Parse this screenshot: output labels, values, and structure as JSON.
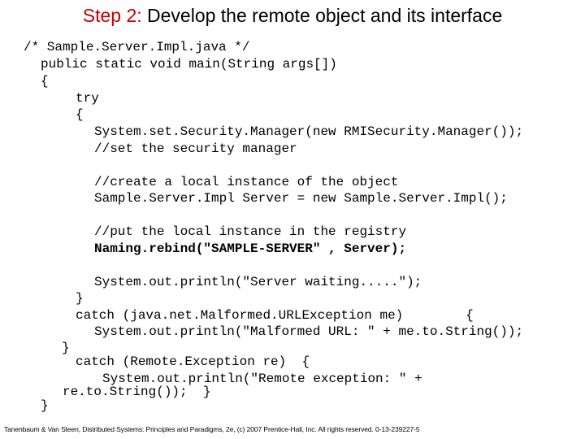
{
  "slide": {
    "title_step": "Step 2:",
    "title_rest": "Develop the remote object and its interface",
    "colors": {
      "step_accent": "#c00000",
      "text": "#000000"
    }
  },
  "code": {
    "lines": [
      "/* Sample.Server.Impl.java */",
      "public static void main(String args[])",
      "{",
      "try",
      "{",
      "System.set.Security.Manager(new RMISecurity.Manager());",
      "//set the security manager",
      "//create a local instance of the object",
      "Sample.Server.Impl Server = new Sample.Server.Impl();",
      "//put the local instance in the registry",
      "Naming.rebind(\"SAMPLE-SERVER\" , Server);",
      "System.out.println(\"Server waiting.....\");",
      "}",
      "catch (java.net.Malformed.URLException me)        {",
      "System.out.println(\"Malformed URL: \" + me.to.String());",
      "}",
      "catch (Remote.Exception re)  {",
      "System.out.println(\"Remote exception: \" +",
      "re.to.String());  }",
      "}"
    ]
  },
  "footer": {
    "citation": "Tanenbaum & Van Steen, Distributed Systems: Principles and Paradigms, 2e, (c) 2007 Prentice-Hall, Inc. All rights reserved. 0-13-239227-5"
  }
}
